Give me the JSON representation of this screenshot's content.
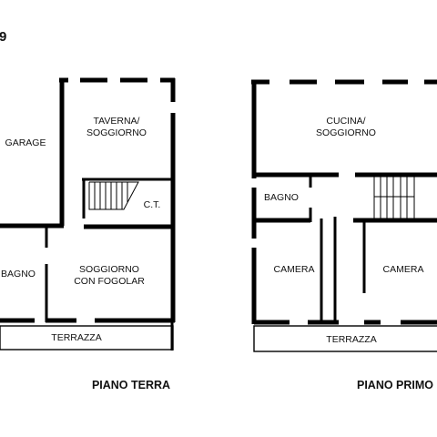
{
  "sheet_number": "9",
  "ground_floor": {
    "title": "PIANO TERRA",
    "rooms": {
      "garage": "GARAGE",
      "taverna_line1": "TAVERNA/",
      "taverna_line2": "SOGGIORNO",
      "ct": "C.T.",
      "bagno": "BAGNO",
      "soggiorno_line1": "SOGGIORNO",
      "soggiorno_line2": "CON FOGOLAR",
      "terrazza": "TERRAZZA"
    }
  },
  "first_floor": {
    "title": "PIANO PRIMO",
    "rooms": {
      "cucina_line1": "CUCINA/",
      "cucina_line2": "SOGGIORNO",
      "bagno": "BAGNO",
      "camera_left": "CAMERA",
      "camera_right": "CAMERA",
      "terrazza": "TERRAZZA"
    }
  }
}
